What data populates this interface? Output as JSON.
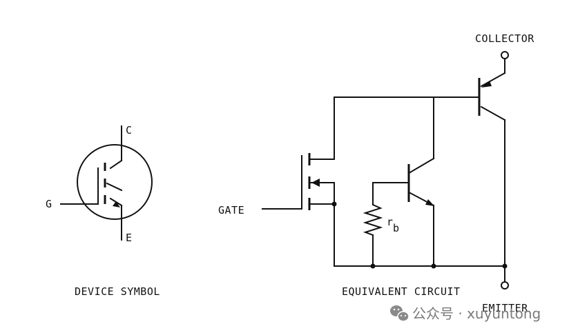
{
  "device_symbol": {
    "caption": "DEVICE SYMBOL",
    "pin_collector": "C",
    "pin_gate": "G",
    "pin_emitter": "E"
  },
  "equivalent_circuit": {
    "caption": "EQUIVALENT CIRCUIT",
    "terminal_collector": "COLLECTOR",
    "terminal_gate": "GATE",
    "terminal_emitter": "EMITTER",
    "resistor_label": "r",
    "resistor_subscript": "b"
  },
  "watermark": {
    "text": "公众号 · xuyuntong",
    "icon": "wechat-icon"
  },
  "colors": {
    "ink": "#111111",
    "watermark": "#7a7a7a"
  }
}
